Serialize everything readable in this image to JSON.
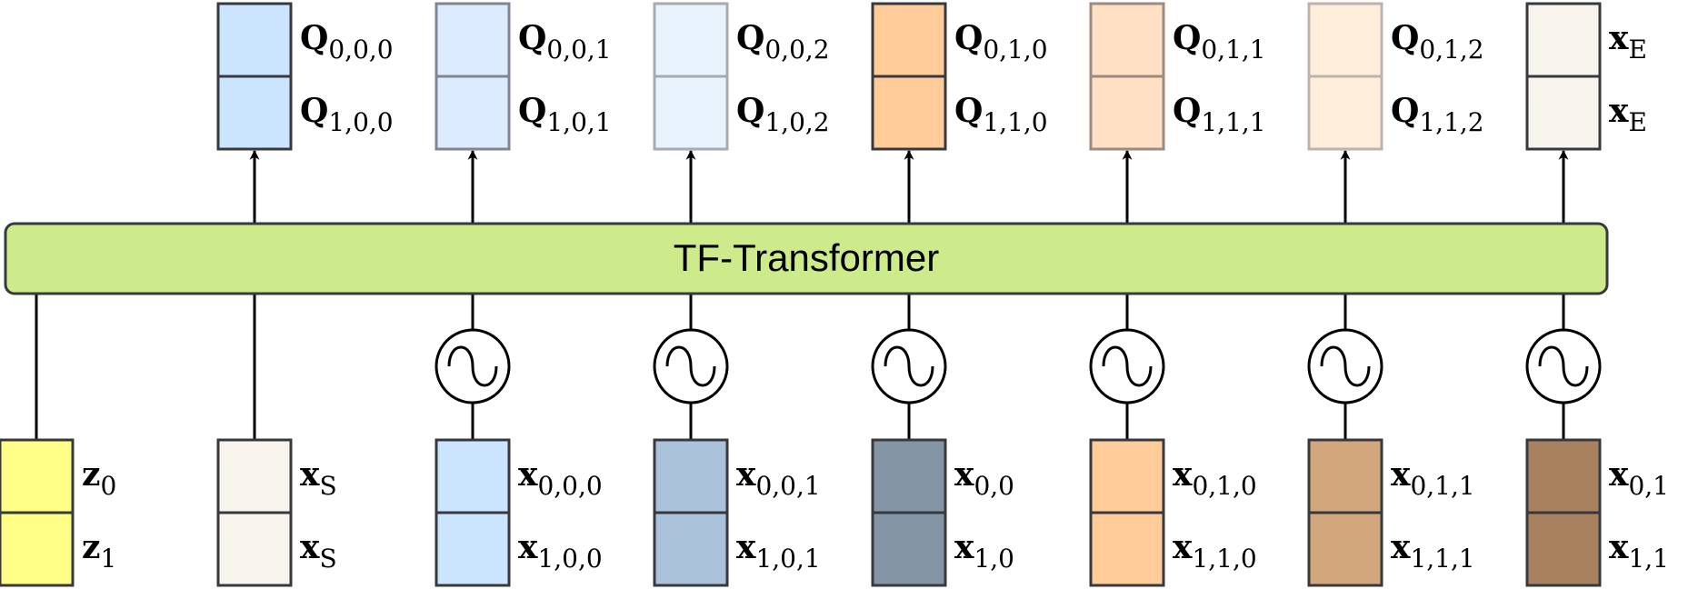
{
  "transformer": {
    "label": "TF-Transformer",
    "fill": "#cdeb8b",
    "stroke": "#36393d"
  },
  "outputs": [
    {
      "fill": "#cce5ff",
      "stroke": "#36393d",
      "top": {
        "base": "Q",
        "sub": "0,0,0"
      },
      "bottom": {
        "base": "Q",
        "sub": "1,0,0"
      }
    },
    {
      "fill": "#dcebfd",
      "stroke": "#7f8591",
      "top": {
        "base": "Q",
        "sub": "0,0,1"
      },
      "bottom": {
        "base": "Q",
        "sub": "1,0,1"
      }
    },
    {
      "fill": "#e9f3fe",
      "stroke": "#a6abb2",
      "top": {
        "base": "Q",
        "sub": "0,0,2"
      },
      "bottom": {
        "base": "Q",
        "sub": "1,0,2"
      }
    },
    {
      "fill": "#ffcc99",
      "stroke": "#36393d",
      "top": {
        "base": "Q",
        "sub": "0,1,0"
      },
      "bottom": {
        "base": "Q",
        "sub": "1,1,0"
      }
    },
    {
      "fill": "#ffe0c4",
      "stroke": "#9a8a80",
      "top": {
        "base": "Q",
        "sub": "0,1,1"
      },
      "bottom": {
        "base": "Q",
        "sub": "1,1,1"
      }
    },
    {
      "fill": "#ffeddc",
      "stroke": "#bdb3ad",
      "top": {
        "base": "Q",
        "sub": "0,1,2"
      },
      "bottom": {
        "base": "Q",
        "sub": "1,1,2"
      }
    },
    {
      "fill": "#f8f5ef",
      "stroke": "#36393d",
      "top": {
        "base": "x",
        "sub": "E"
      },
      "bottom": {
        "base": "x",
        "sub": "E"
      }
    }
  ],
  "inputs": [
    {
      "fill": "#ffff88",
      "stroke": "#36393d",
      "sine": false,
      "top": {
        "base": "z",
        "sub": "0"
      },
      "bottom": {
        "base": "z",
        "sub": "1"
      }
    },
    {
      "fill": "#f8f5ef",
      "stroke": "#36393d",
      "sine": false,
      "top": {
        "base": "x",
        "sub": "S"
      },
      "bottom": {
        "base": "x",
        "sub": "S"
      }
    },
    {
      "fill": "#cce5ff",
      "stroke": "#36393d",
      "sine": true,
      "top": {
        "base": "x",
        "sub": "0,0,0"
      },
      "bottom": {
        "base": "x",
        "sub": "1,0,0"
      }
    },
    {
      "fill": "#aac2da",
      "stroke": "#36393d",
      "sine": true,
      "top": {
        "base": "x",
        "sub": "0,0,1"
      },
      "bottom": {
        "base": "x",
        "sub": "1,0,1"
      }
    },
    {
      "fill": "#8495a6",
      "stroke": "#36393d",
      "sine": true,
      "top": {
        "base": "x",
        "sub": "0,0"
      },
      "bottom": {
        "base": "x",
        "sub": "1,0"
      }
    },
    {
      "fill": "#ffcc99",
      "stroke": "#36393d",
      "sine": true,
      "top": {
        "base": "x",
        "sub": "0,1,0"
      },
      "bottom": {
        "base": "x",
        "sub": "1,1,0"
      }
    },
    {
      "fill": "#d2a77c",
      "stroke": "#36393d",
      "sine": true,
      "top": {
        "base": "x",
        "sub": "0,1,1"
      },
      "bottom": {
        "base": "x",
        "sub": "1,1,1"
      }
    },
    {
      "fill": "#a8825f",
      "stroke": "#36393d",
      "sine": true,
      "top": {
        "base": "x",
        "sub": "0,1"
      },
      "bottom": {
        "base": "x",
        "sub": "1,1"
      }
    }
  ]
}
